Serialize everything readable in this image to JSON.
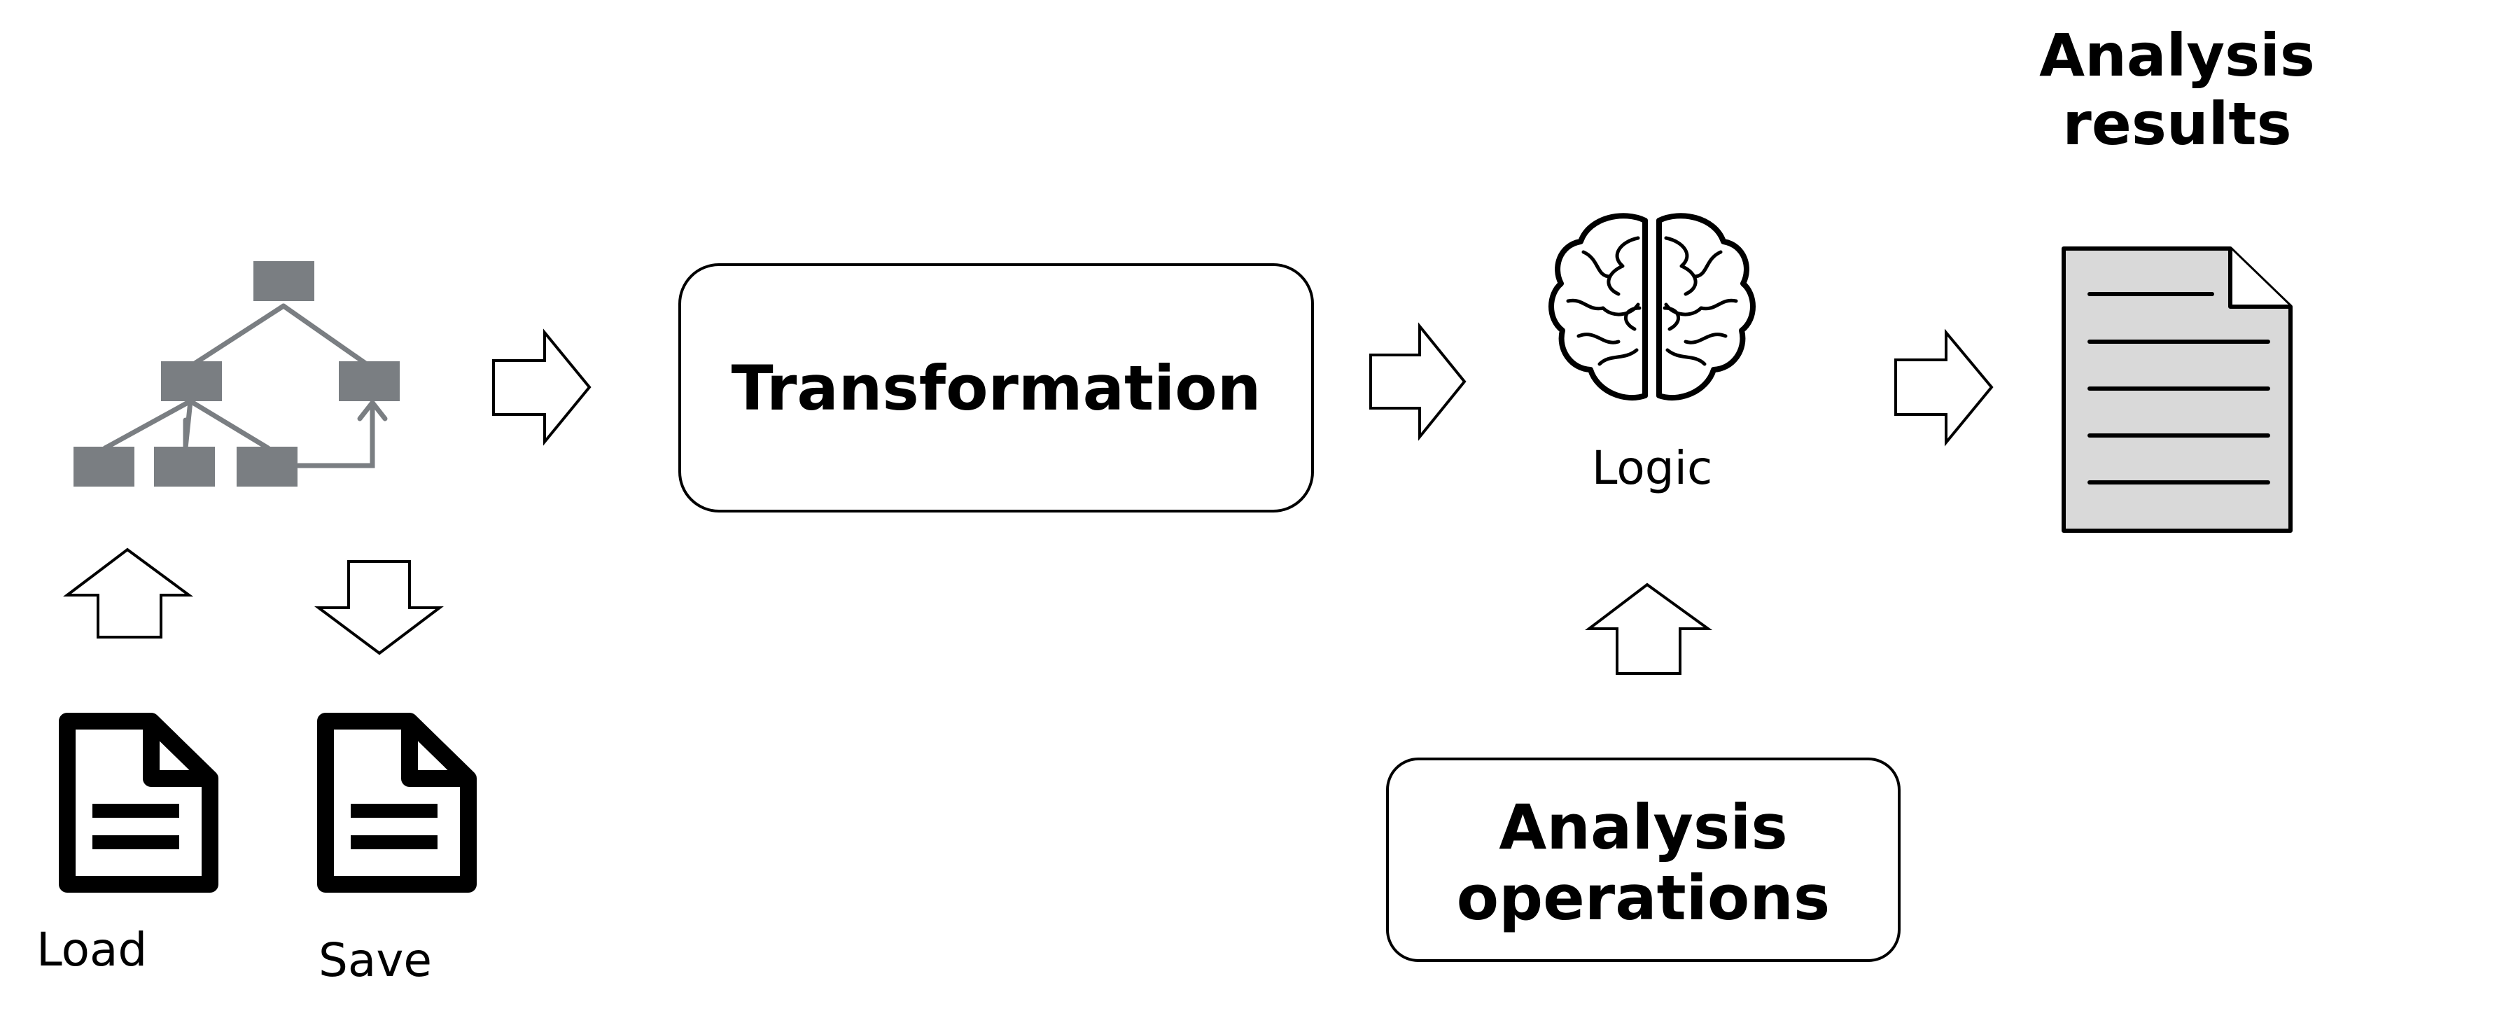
{
  "labels": {
    "load": "Load",
    "save": "Save",
    "transformation": "Transformation",
    "logic": "Logic",
    "analysis_operations_line1": "Analysis",
    "analysis_operations_line2": "operations",
    "analysis_results_line1": "Analysis",
    "analysis_results_line2": "results"
  },
  "icons": {
    "tree": "tree-hierarchy-icon",
    "load_file": "document-icon",
    "save_file": "document-icon",
    "brain": "brain-icon",
    "results_document": "document-icon"
  },
  "colors": {
    "tree_node": "#7a7e82",
    "stroke": "#000000",
    "document_fill": "#d9d9d9"
  }
}
